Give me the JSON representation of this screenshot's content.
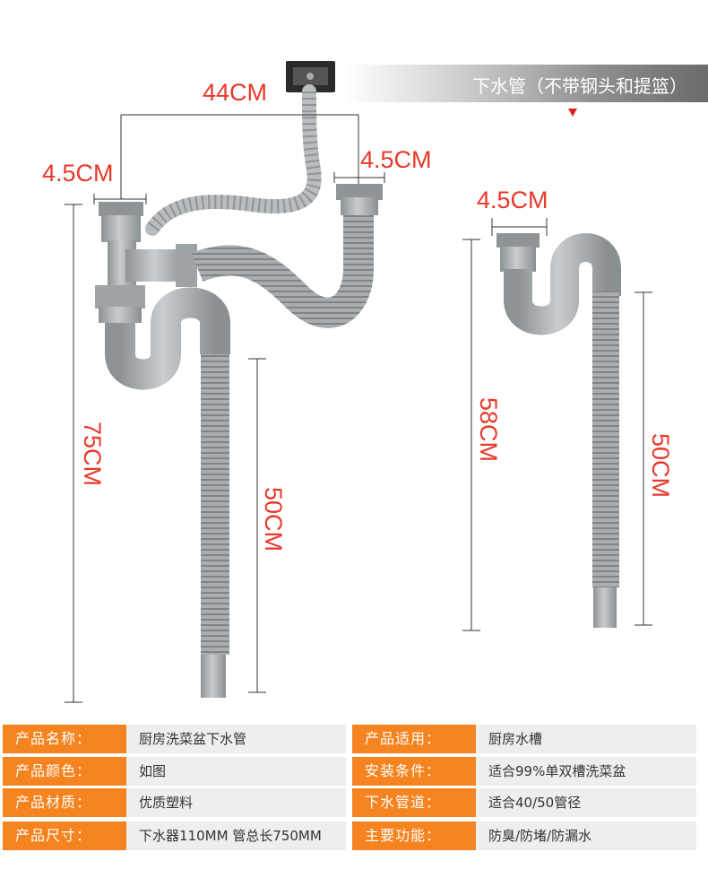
{
  "title_banner": "下水管（不带钢头和提篮）",
  "dimensions": {
    "left_top_width": "44CM",
    "left_inlet_a": "4.5CM",
    "left_inlet_b": "4.5CM",
    "left_total_height": "75CM",
    "left_hose_length": "50CM",
    "right_inlet": "4.5CM",
    "right_total_height": "58CM",
    "right_hose_length": "50CM"
  },
  "specs": [
    {
      "label": "产品名称：",
      "value": "厨房洗菜盆下水管",
      "label2": "产品适用：",
      "value2": "厨房水槽"
    },
    {
      "label": "产品颜色：",
      "value": "如图",
      "label2": "安装条件：",
      "value2": "适合99%单双槽洗菜盆"
    },
    {
      "label": "产品材质：",
      "value": "优质塑料",
      "label2": "下水管道：",
      "value2": "适合40/50管径"
    },
    {
      "label": "产品尺寸：",
      "value": "下水器110MM 管总长750MM",
      "label2": "主要功能：",
      "value2": "防臭/防堵/防漏水"
    }
  ]
}
